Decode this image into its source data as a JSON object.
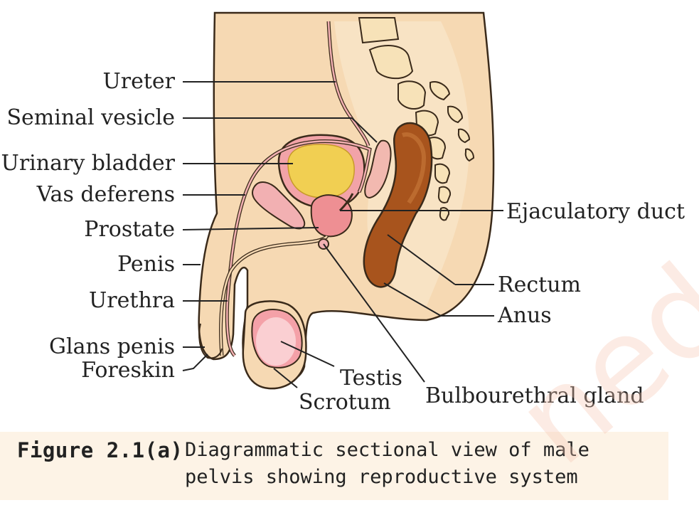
{
  "labels": {
    "ureter": "Ureter",
    "seminal_vesicle": "Seminal vesicle",
    "urinary_bladder": "Urinary bladder",
    "vas_deferens": "Vas deferens",
    "prostate": "Prostate",
    "penis": "Penis",
    "urethra": "Urethra",
    "glans_penis": "Glans penis",
    "foreskin": "Foreskin",
    "testis": "Testis",
    "scrotum": "Scrotum",
    "bulbourethral_gland": "Bulbourethral gland",
    "ejaculatory_duct": "Ejaculatory duct",
    "rectum": "Rectum",
    "anus": "Anus"
  },
  "caption": {
    "figure_number": "Figure 2.1(a)",
    "text": "Diagrammatic sectional view of male pelvis showing reproductive system"
  },
  "watermark": "ned",
  "colors": {
    "skin": "#f6d9b3",
    "bone": "#f7e2b8",
    "bladder_wall": "#f2a3a8",
    "bladder_inner": "#f1cf52",
    "rectum": "#a8541d",
    "testis": "#f4a1a8",
    "caption_bg": "#fdf3e6"
  }
}
